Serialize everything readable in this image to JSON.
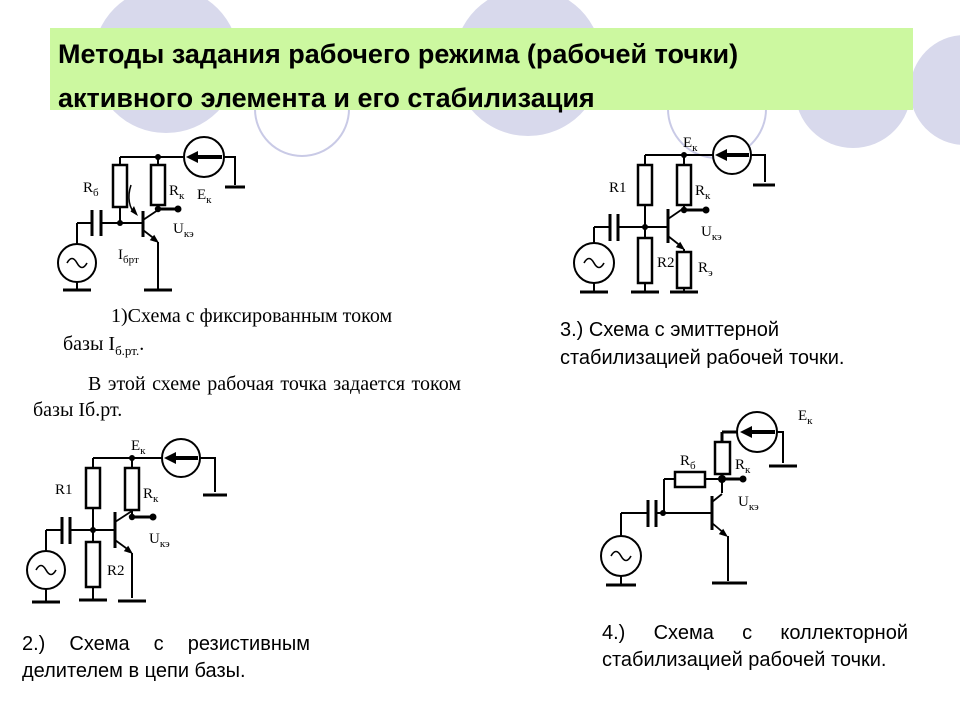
{
  "slide": {
    "title": {
      "line1": "Методы задания рабочего режима (рабочей точки)",
      "line2": "активного элемента и его стабилизация"
    },
    "colors": {
      "title_background": "#ccf8a0",
      "decor_circle_fill": "#d8d9ec",
      "decor_circle_outline": "#c9cae6",
      "background": "#ffffff",
      "ink": "#000000"
    }
  },
  "captions": {
    "circuit1": {
      "heading_line1": "1)Схема с фиксированным током",
      "heading_line2_pre": "базы I",
      "heading_line2_sub": "б.рт.",
      "heading_line2_post": ".",
      "body_line1": "В этой схеме рабочая точка задается током",
      "body_line2": "базы Iб.рт."
    },
    "circuit2": {
      "line1": "2.) Схема с резистивным",
      "line2": "делителем в цепи базы."
    },
    "circuit3": {
      "line1": "3.) Схема с эмиттерной",
      "line2": "стабилизацией рабочей точки."
    },
    "circuit4": {
      "line1": "4.) Схема с коллекторной",
      "line2": "стабилизацией рабочей точки."
    }
  },
  "schematic_labels": {
    "rb_main": "R",
    "rb_sub": "б",
    "rk_main": "R",
    "rk_sub": "к",
    "ek_main": "Е",
    "ek_sub": "к",
    "uke_main": "U",
    "uke_sub": "кэ",
    "ibrt_main": "I",
    "ibrt_sub": "брт",
    "r1": "R1",
    "r2": "R2",
    "re_main": "R",
    "re_sub": "э"
  }
}
